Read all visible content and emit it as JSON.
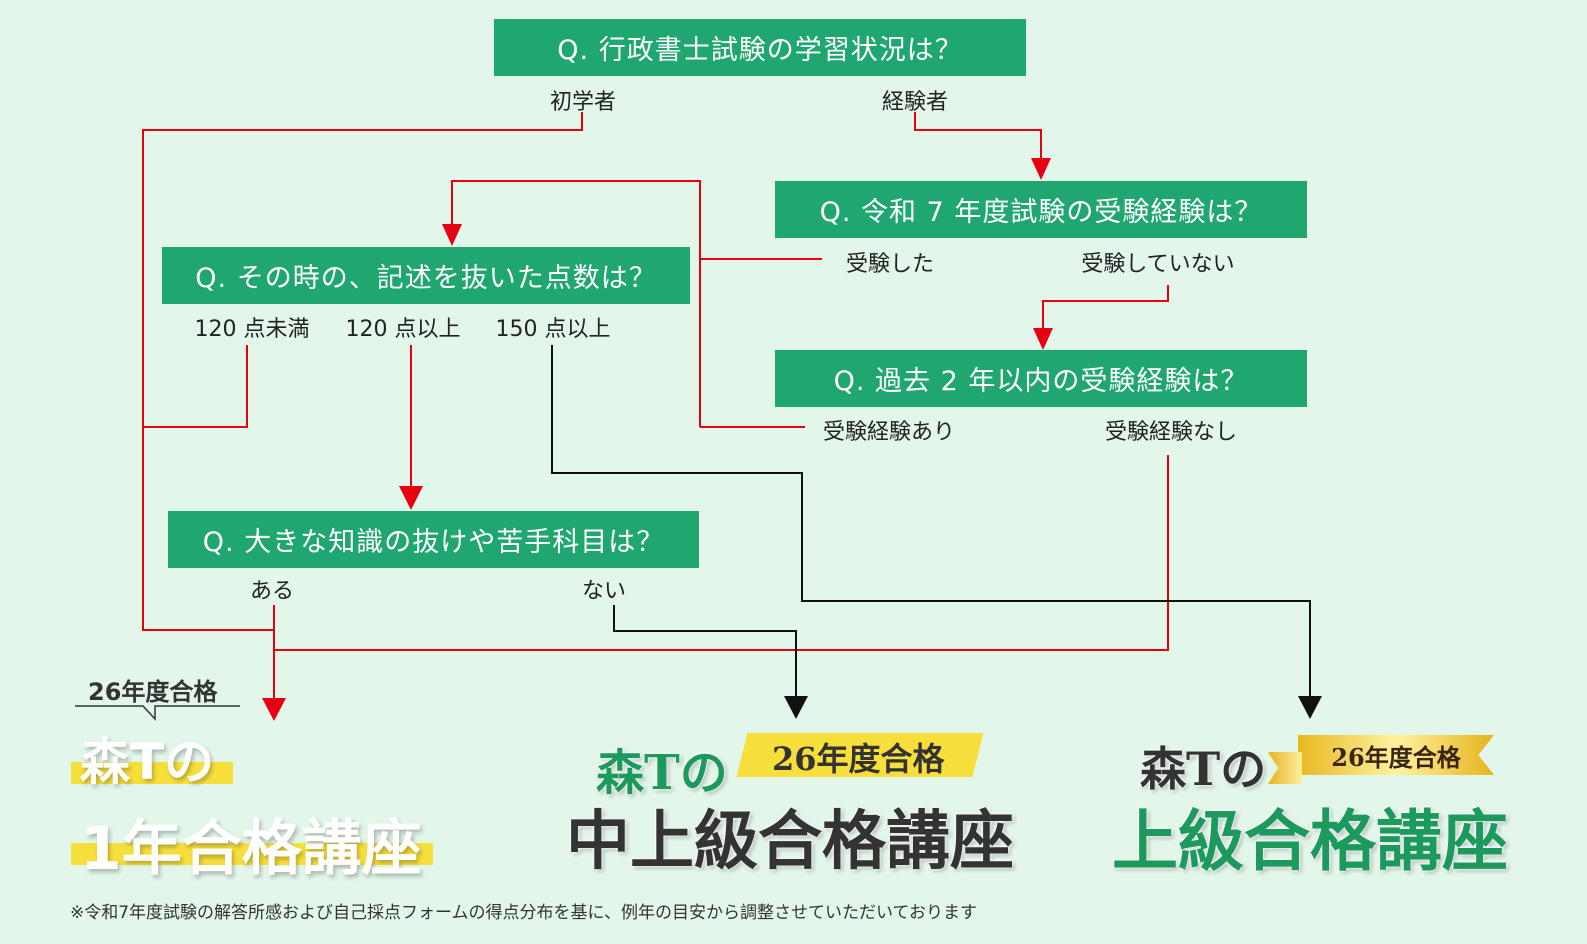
{
  "questions": {
    "q1": {
      "text": "Q. 行政書士試験の学習状況は？",
      "options": [
        "初学者",
        "経験者"
      ]
    },
    "q2": {
      "text": "Q. 令和 7 年度試験の受験経験は？",
      "options": [
        "受験した",
        "受験していない"
      ]
    },
    "q3": {
      "text": "Q. その時の、記述を抜いた点数は？",
      "options": [
        "120 点未満",
        "120 点以上",
        "150 点以上"
      ]
    },
    "q4": {
      "text": "Q. 過去 2 年以内の受験経験は？",
      "options": [
        "受験経験あり",
        "受験経験なし"
      ]
    },
    "q5": {
      "text": "Q. 大きな知識の抜けや苦手科目は？",
      "options": [
        "ある",
        "ない"
      ]
    }
  },
  "results": {
    "r1": {
      "tag": "26年度合格",
      "line1": "森Tの",
      "line2": "1年合格講座"
    },
    "r2": {
      "tag": "26年度合格",
      "line1": "森Tの",
      "line2": "中上級合格講座"
    },
    "r3": {
      "tag": "26年度合格",
      "line1": "森Tの",
      "line2": "上級合格講座"
    }
  },
  "footnote": "※令和7年度試験の解答所感および自己採点フォームの得点分布を基に、例年の目安から調整させていただいております",
  "colors": {
    "background": "#e3f6ea",
    "box": "#20a66f",
    "yes_path": "#e60012",
    "alt_path": "#111111",
    "highlight": "#f7df3b"
  }
}
